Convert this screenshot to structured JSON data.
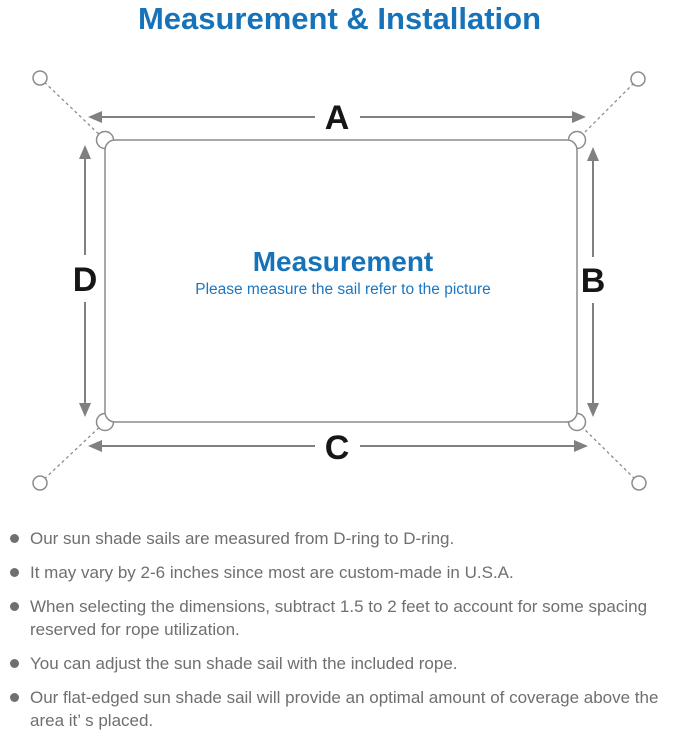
{
  "page": {
    "title": "Measurement & Installation"
  },
  "diagram": {
    "labels": {
      "top": "A",
      "right": "B",
      "bottom": "C",
      "left": "D"
    },
    "center_title": "Measurement",
    "center_subtitle": "Please measure the sail refer to the picture"
  },
  "notes": {
    "items": [
      "Our sun shade sails are measured from D-ring to D-ring.",
      "It may vary by 2-6 inches since most are custom-made in U.S.A.",
      "When selecting the dimensions, subtract 1.5 to 2 feet to account for some spacing reserved for rope utilization.",
      "You can adjust the sun shade sail with the included rope.",
      "Our flat-edged sun shade sail will provide an optimal amount of coverage above the area it’ s placed."
    ]
  },
  "colors": {
    "accent_blue": "#1673b9",
    "diagram_gray": "#8c8c8c",
    "text_gray": "#6f6f6f",
    "label_black": "#161616"
  }
}
